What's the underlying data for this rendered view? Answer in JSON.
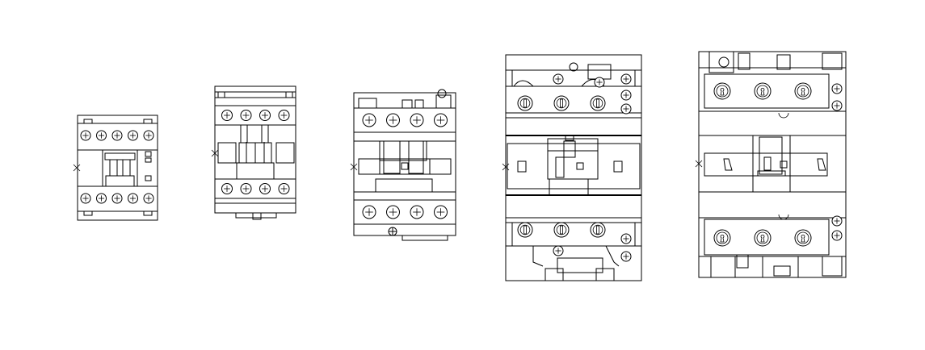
{
  "drawing": {
    "background": "#ffffff",
    "line_color": "#000000",
    "components": [
      {
        "id": "contactor-1",
        "kind": "contactor",
        "terminals_top": 5,
        "terminals_bottom": 5,
        "terminal_style": "phillips"
      },
      {
        "id": "contactor-2",
        "kind": "contactor",
        "terminals_top": 4,
        "terminals_bottom": 4,
        "terminal_style": "phillips"
      },
      {
        "id": "contactor-3",
        "kind": "contactor",
        "terminals_top": 4,
        "terminals_bottom": 4,
        "terminal_style": "phillips"
      },
      {
        "id": "contactor-4",
        "kind": "contactor",
        "terminals_top": 3,
        "terminals_bottom": 3,
        "terminal_style": "slot"
      },
      {
        "id": "contactor-5",
        "kind": "contactor",
        "terminals_top": 3,
        "terminals_bottom": 3,
        "terminal_style": "keyhole"
      }
    ]
  }
}
